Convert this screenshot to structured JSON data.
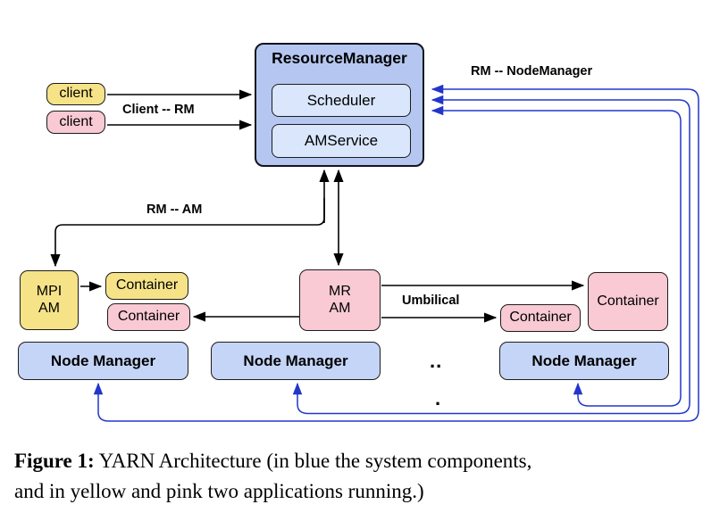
{
  "figure": {
    "resource_manager": {
      "title": "ResourceManager",
      "scheduler": "Scheduler",
      "amservice": "AMService"
    },
    "clients": {
      "yellow": "client",
      "pink": "client"
    },
    "edge_labels": {
      "client_rm": "Client -- RM",
      "rm_nodemanager": "RM -- NodeManager",
      "rm_am": "RM -- AM",
      "umbilical": "Umbilical"
    },
    "apps": {
      "mpi_am": "MPI\nAM",
      "mr_am": "MR\nAM",
      "container_yellow": "Container",
      "container_pink_left": "Container",
      "container_pink_small": "Container",
      "container_pink_big": "Container"
    },
    "node_managers": [
      {
        "label": "Node Manager"
      },
      {
        "label": "Node Manager"
      },
      {
        "label": "Node Manager"
      }
    ],
    "ellipsis": {
      "top": "..",
      "bottom": "."
    }
  },
  "caption": {
    "prefix": "Figure 1:",
    "line1": "YARN Architecture (in blue the system components,",
    "line2": "and in yellow and pink two applications running.)"
  },
  "colors": {
    "system_blue_fill": "#b5c7f0",
    "system_blue_light": "#d9e6fc",
    "node_manager_fill": "#c5d5f7",
    "app_yellow": "#f6e388",
    "app_pink": "#f9cad4",
    "blue_line": "#2236cc",
    "black_line": "#000000"
  }
}
